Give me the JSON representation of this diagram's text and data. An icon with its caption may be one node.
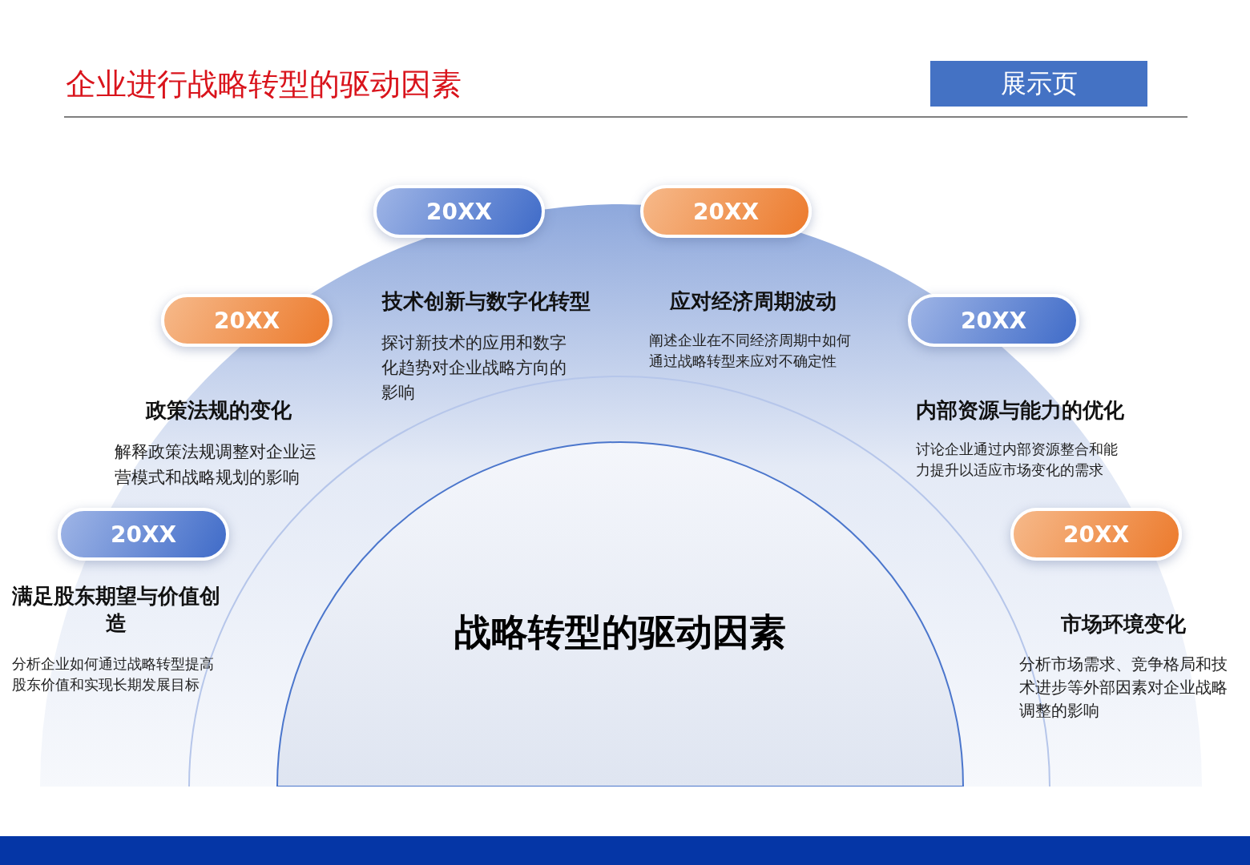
{
  "diagram": {
    "title": "企业进行战略转型的驱动因素",
    "nodes": [
      {
        "text": [
          "战略转型的驱动因素"
        ]
      },
      {
        "text": [
          "20XX"
        ]
      },
      {
        "text": [
          "20XX"
        ]
      },
      {
        "text": [
          "20XX"
        ]
      },
      {
        "text": [
          "20XX"
        ]
      },
      {
        "text": [
          "20XX"
        ]
      },
      {
        "text": [
          "20XX"
        ]
      }
    ],
    "labels": [
      "展示页",
      "满足股东期望与价值创造",
      "分析企业如何通过战略转型提高股东价值和实现长期发展目标",
      "政策法规的变化",
      "解释政策法规调整对企业运营模式和战略规划的影响",
      "技术创新与数字化转型",
      "探讨新技术的应用和数字化趋势对企业战略方向的影响",
      "应对经济周期波动",
      "阐述企业在不同经济周期中如何通过战略转型来应对不确定性",
      "内部资源与能力的优化",
      "讨论企业通过内部资源整合和能力提升以适应市场变化的需求",
      "市场环境变化",
      "分析市场需求、竞争格局和技术进步等外部因素对企业战略调整的影响"
    ]
  }
}
